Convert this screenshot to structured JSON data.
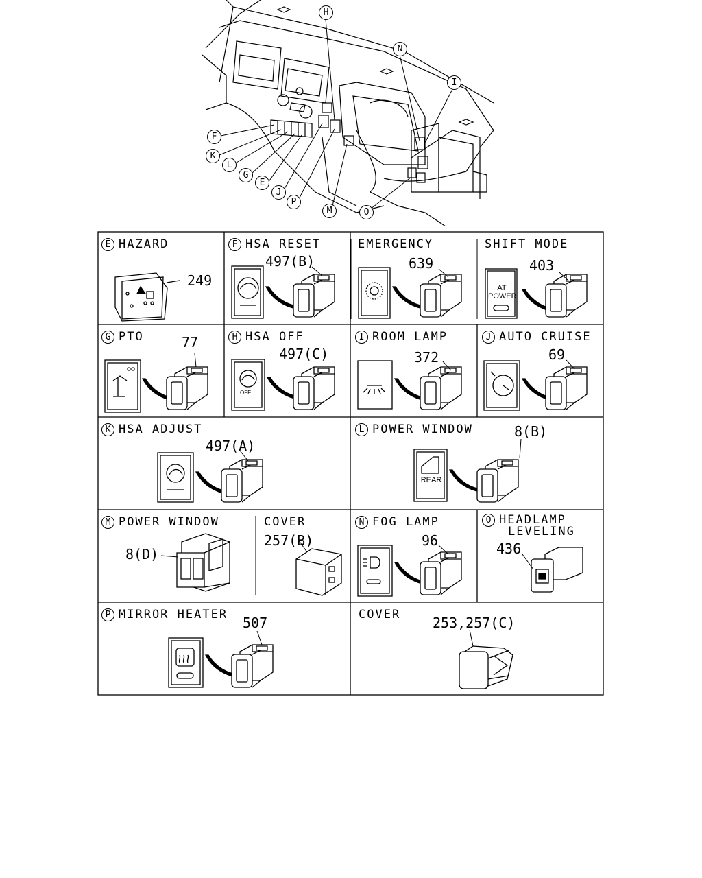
{
  "dash_callouts": [
    "H",
    "N",
    "I",
    "F",
    "K",
    "L",
    "G",
    "E",
    "J",
    "P",
    "M",
    "O"
  ],
  "cells": {
    "E": {
      "letter": "E",
      "title": "HAZARD",
      "part": "249"
    },
    "F": {
      "letter": "F",
      "title": "HSA RESET",
      "part": "497(B)"
    },
    "F2": {
      "title": "EMERGENCY",
      "part": "639"
    },
    "F3": {
      "title": "SHIFT MODE",
      "part": "403",
      "label1": "AT",
      "label2": "POWER"
    },
    "G": {
      "letter": "G",
      "title": "PTO",
      "part": "77"
    },
    "H": {
      "letter": "H",
      "title": "HSA OFF",
      "part": "497(C)",
      "label": "OFF"
    },
    "I": {
      "letter": "I",
      "title": "ROOM LAMP",
      "part": "372"
    },
    "J": {
      "letter": "J",
      "title": "AUTO CRUISE",
      "part": "69"
    },
    "K": {
      "letter": "K",
      "title": "HSA ADJUST",
      "part": "497(A)"
    },
    "L": {
      "letter": "L",
      "title": "POWER WINDOW",
      "part": "8(B)",
      "label": "REAR"
    },
    "M": {
      "letter": "M",
      "title": "POWER WINDOW",
      "part": "8(D)"
    },
    "M2": {
      "title": "COVER",
      "part": "257(B)"
    },
    "N": {
      "letter": "N",
      "title": "FOG LAMP",
      "part": "96"
    },
    "O": {
      "letter": "O",
      "title1": "HEADLAMP",
      "title2": "LEVELING",
      "part": "436"
    },
    "P": {
      "letter": "P",
      "title": "MIRROR HEATER",
      "part": "507"
    },
    "P2": {
      "title": "COVER",
      "part": "253,257(C)"
    }
  }
}
